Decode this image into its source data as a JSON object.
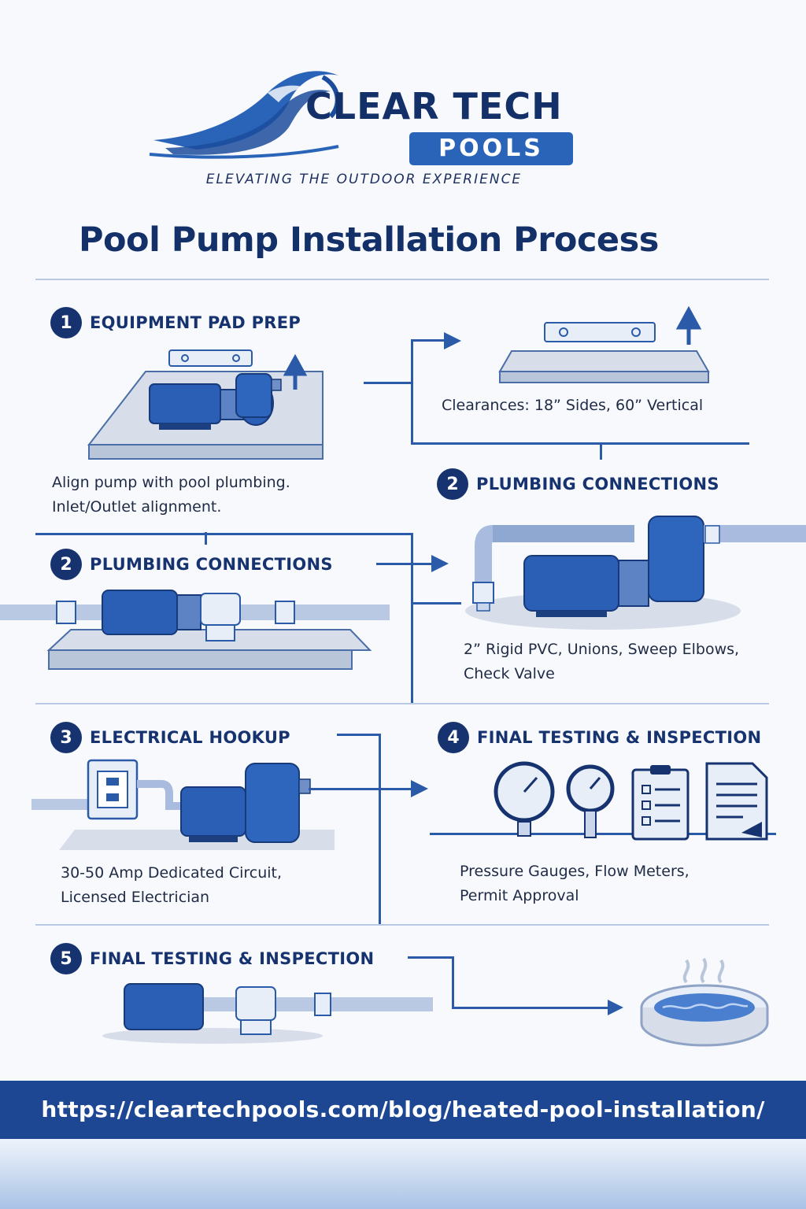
{
  "brand": {
    "name_line1": "CLEAR TECH",
    "name_line2": "POOLS",
    "tagline": "ELEVATING THE OUTDOOR EXPERIENCE"
  },
  "title": "Pool Pump Installation Process",
  "steps": [
    {
      "number": "1",
      "title": "EQUIPMENT PAD PREP",
      "caption_lines": [
        "Align pump with pool plumbing.",
        "Inlet/Outlet alignment."
      ]
    },
    {
      "number": "",
      "title": "",
      "caption_lines": [
        "Clearances: 18” Sides, 60” Vertical"
      ]
    },
    {
      "number": "2",
      "title": "PLUMBING CONNECTIONS",
      "caption_lines": [
        "2” Rigid PVC, Unions, Sweep Elbows,",
        "Check Valve"
      ]
    },
    {
      "number": "2",
      "title": "PLUMBING CONNECTIONS",
      "caption_lines": []
    },
    {
      "number": "3",
      "title": "ELECTRICAL HOOKUP",
      "caption_lines": [
        "30-50 Amp Dedicated Circuit,",
        "Licensed Electrician"
      ]
    },
    {
      "number": "4",
      "title": "FINAL TESTING & INSPECTION",
      "caption_lines": [
        "Pressure Gauges, Flow Meters,",
        "Permit Approval"
      ]
    },
    {
      "number": "5",
      "title": "FINAL TESTING & INSPECTION",
      "caption_lines": []
    }
  ],
  "footer": {
    "url": "https://cleartechpools.com/blog/heated-pool-installation/"
  },
  "colors": {
    "navy": "#163370",
    "accent_blue": "#2a64b8",
    "footer_bar": "#1d4792",
    "background": "#f7f9fd"
  },
  "icons": [
    "wave-logo-icon",
    "level-icon",
    "up-arrow-icon",
    "pool-pump-icon",
    "concrete-pad-icon",
    "pvc-pipe-icon",
    "outlet-box-icon",
    "pressure-gauge-icon",
    "checklist-icon",
    "document-icon",
    "hot-tub-icon",
    "flow-arrow-icon"
  ]
}
